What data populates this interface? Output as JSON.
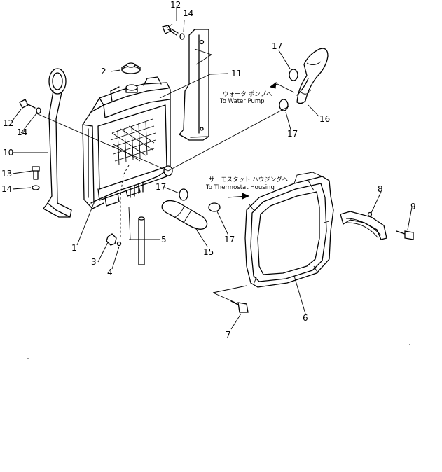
{
  "callouts": {
    "c1": "1",
    "c2": "2",
    "c3": "3",
    "c4": "4",
    "c5": "5",
    "c6": "6",
    "c7": "7",
    "c8": "8",
    "c9": "9",
    "c10": "10",
    "c11": "11",
    "c12a": "12",
    "c12b": "12",
    "c13": "13",
    "c14a": "14",
    "c14b": "14",
    "c14c": "14",
    "c15": "15",
    "c16": "16",
    "c17a": "17",
    "c17b": "17",
    "c17c": "17",
    "c17d": "17"
  },
  "notes": {
    "water_pump_jp": "ウォータ ポンプへ",
    "water_pump_en": "To Water Pump",
    "thermostat_jp": "サーモスタット ハウジングへ",
    "thermostat_en": "To Thermostat Housing"
  }
}
